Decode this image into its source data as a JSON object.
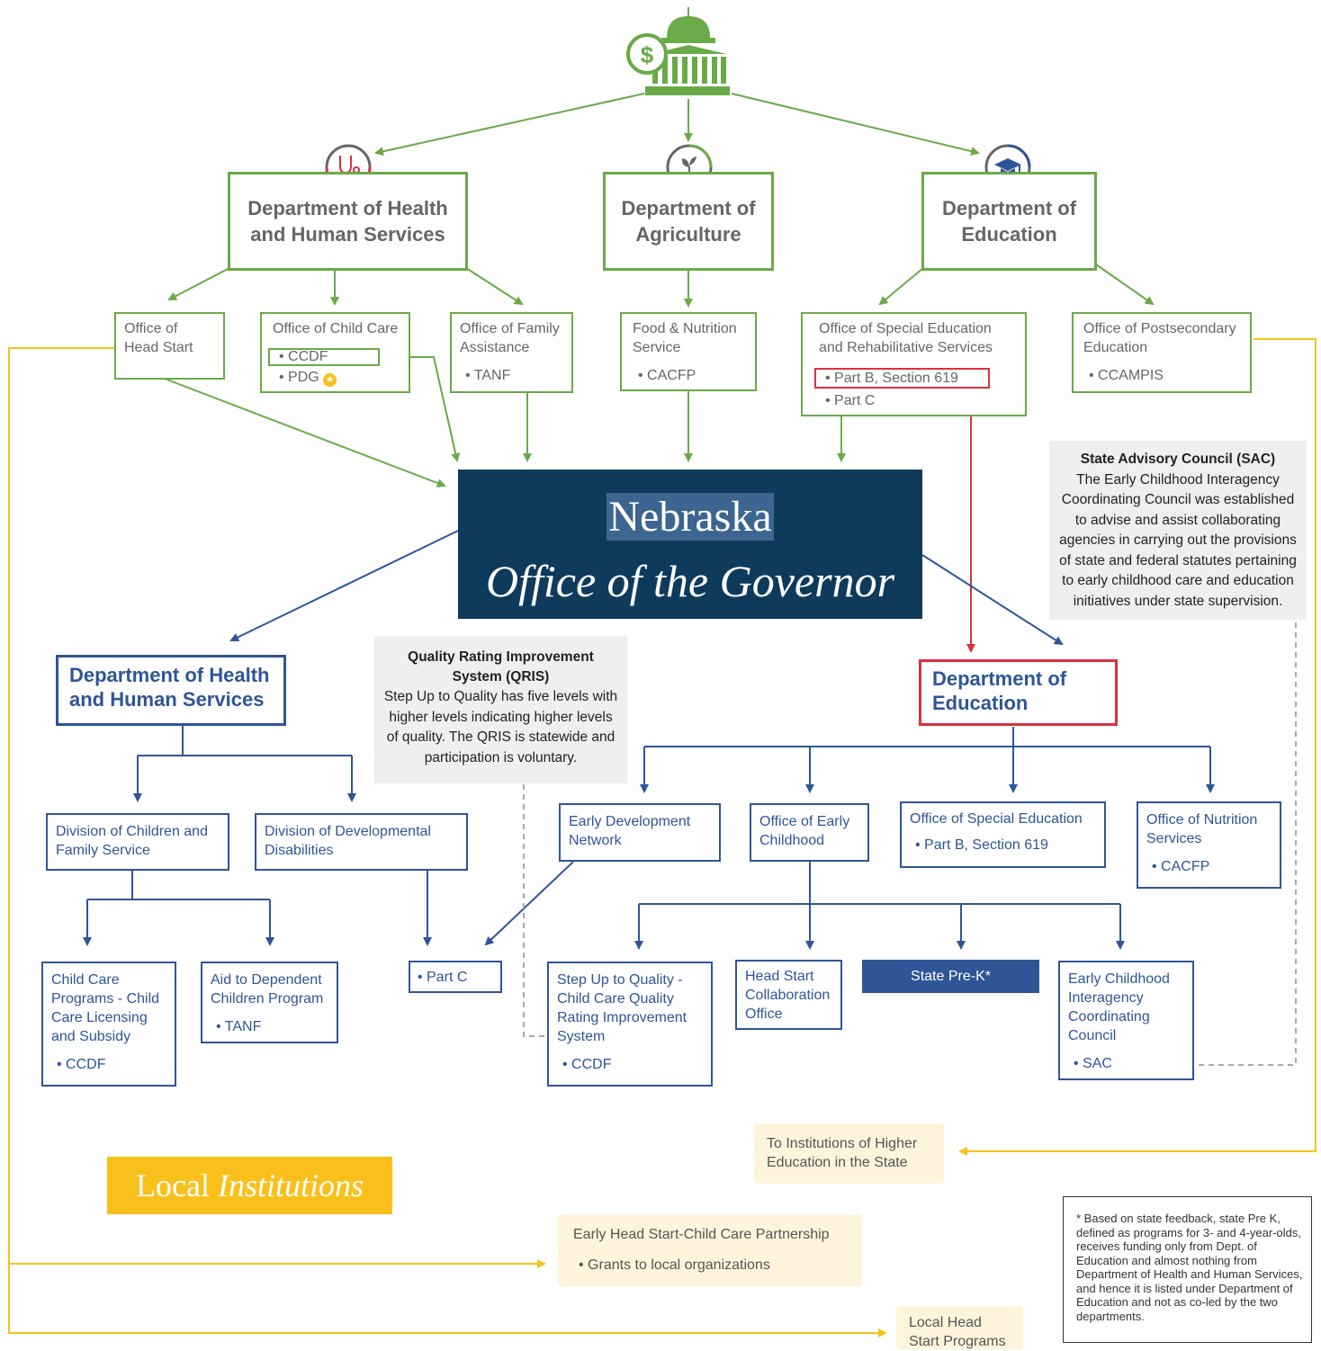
{
  "federal": {
    "hhs": {
      "title": "Department of Health and Human Services",
      "head_start": "Office of Head Start",
      "child_care": "Office of Child Care",
      "child_care_items": [
        "• CCDF",
        "• PDG"
      ],
      "family_assistance": "Office of Family Assistance",
      "family_items": [
        "• TANF"
      ]
    },
    "agriculture": {
      "title": "Department of Agriculture",
      "food": "Food & Nutrition Service",
      "food_items": [
        "• CACFP"
      ]
    },
    "education": {
      "title": "Department of Education",
      "special_ed": "Office of Special Education and Rehabilitative Services",
      "special_ed_items": [
        "• Part B, Section 619",
        "• Part C"
      ],
      "postsecondary": "Office of Postsecondary Education",
      "postsecondary_items": [
        "• CCAMPIS"
      ]
    }
  },
  "governor": {
    "state": "Nebraska",
    "office": "Office of the Governor"
  },
  "state": {
    "hhs": {
      "title": "Department of Health and Human Services",
      "div_children": "Division of Children and Family Service",
      "div_dev": "Division of Developmental Disabilities",
      "child_care_programs": "Child Care Programs - Child Care Licensing and Subsidy",
      "ccp_items": [
        "• CCDF"
      ],
      "aid_dependent": "Aid to Dependent Children Program",
      "aid_items": [
        "• TANF"
      ],
      "part_c": "• Part C"
    },
    "education": {
      "title": "Department of Education",
      "edn": "Early Development Network",
      "early_childhood": "Office of Early Childhood",
      "special_ed": "Office of Special Education",
      "special_ed_items": [
        "• Part B, Section 619"
      ],
      "nutrition": "Office of Nutrition Services",
      "nutrition_items": [
        "• CACFP"
      ],
      "step_up": "Step Up to Quality - Child Care Quality Rating Improvement System",
      "step_up_items": [
        "• CCDF"
      ],
      "head_start_collab": "Head Start Collaboration Office",
      "pre_k": "State Pre-K*",
      "eicc": "Early Childhood Interagency Coordinating Council",
      "eicc_items": [
        "• SAC"
      ]
    }
  },
  "notes": {
    "qris_title": "Quality Rating Improvement System (QRIS)",
    "qris_body": "Step Up to Quality has five levels with higher levels indicating higher levels of quality. The QRIS is statewide and participation is voluntary.",
    "sac_title": "State Advisory Council (SAC)",
    "sac_body": "The Early Childhood Interagency Coordinating Council was established to advise and assist collaborating agencies in carrying out the provisions of state and federal statutes pertaining to early childhood care and education initiatives under state supervision.",
    "footnote": "* Based on state feedback, state Pre K, defined as programs for 3- and 4-year-olds, receives funding only from Dept. of Education and almost nothing from Department of Health and Human Services, and hence it is listed under Department of Education and not as co-led by the two departments."
  },
  "local": {
    "banner_a": "Local",
    "banner_b": "Institutions",
    "higher_ed": "To Institutions of Higher Education in the State",
    "ehs_title": "Early Head Start-Child Care Partnership",
    "ehs_items": [
      "• Grants to local organizations"
    ],
    "head_start": "Local Head Start Programs"
  },
  "colors": {
    "federal_green": "#6aaa48",
    "state_blue": "#2f5597",
    "governor_navy": "#0e3a5c",
    "local_gold": "#f9c01c",
    "highlight_red": "#d9313e"
  },
  "icons": [
    "capitol-dollar-icon",
    "stethoscope-icon",
    "sprout-icon",
    "graduation-cap-icon",
    "star-icon"
  ]
}
